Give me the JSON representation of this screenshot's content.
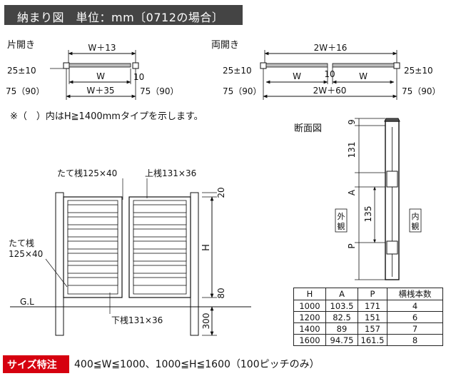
{
  "header": {
    "title": "納まり図　単位：mm〔0712の場合〕"
  },
  "single": {
    "label": "片開き",
    "top_dim": "W＋13",
    "clear_left": "25±10",
    "w": "W",
    "gap_right": "10",
    "bottom_left": "75（90）",
    "bottom_dim": "W＋35",
    "bottom_right": "75（90）"
  },
  "double": {
    "label": "両開き",
    "top_dim": "2W＋16",
    "clear_left": "25±10",
    "w_left": "W",
    "gap": "10",
    "w_right": "W",
    "clear_right": "25±10",
    "bottom_left": "75（90）",
    "bottom_dim": "2W＋60",
    "bottom_right": "75（90）"
  },
  "note": "※（　）内はH≧1400mmタイプを示します。",
  "section": {
    "title": "断面図",
    "dim_9": "9",
    "dim_131": "131",
    "dim_a": "A",
    "dim_135": "135",
    "dim_p": "P",
    "outside": "外観",
    "inside": "内観"
  },
  "elevation": {
    "vertical_stile": "たて桟125×40",
    "top_rail": "上桟131×36",
    "stile_label_line1": "たて桟",
    "stile_label_line2": "125×40",
    "gl": "G.L",
    "bottom_rail": "下桟131×36",
    "dim_20": "20",
    "dim_h": "H",
    "dim_80": "80",
    "dim_300": "300"
  },
  "spec_table": {
    "headers": [
      "H",
      "A",
      "P",
      "横桟本数"
    ],
    "rows": [
      [
        "1000",
        "103.5",
        "171",
        "4"
      ],
      [
        "1200",
        "82.5",
        "151",
        "6"
      ],
      [
        "1400",
        "89",
        "157",
        "7"
      ],
      [
        "1600",
        "94.75",
        "161.5",
        "8"
      ]
    ]
  },
  "size": {
    "badge": "サイズ特注",
    "text": "400≦W≦1000、1000≦H≦1600（100ピッチのみ）"
  }
}
